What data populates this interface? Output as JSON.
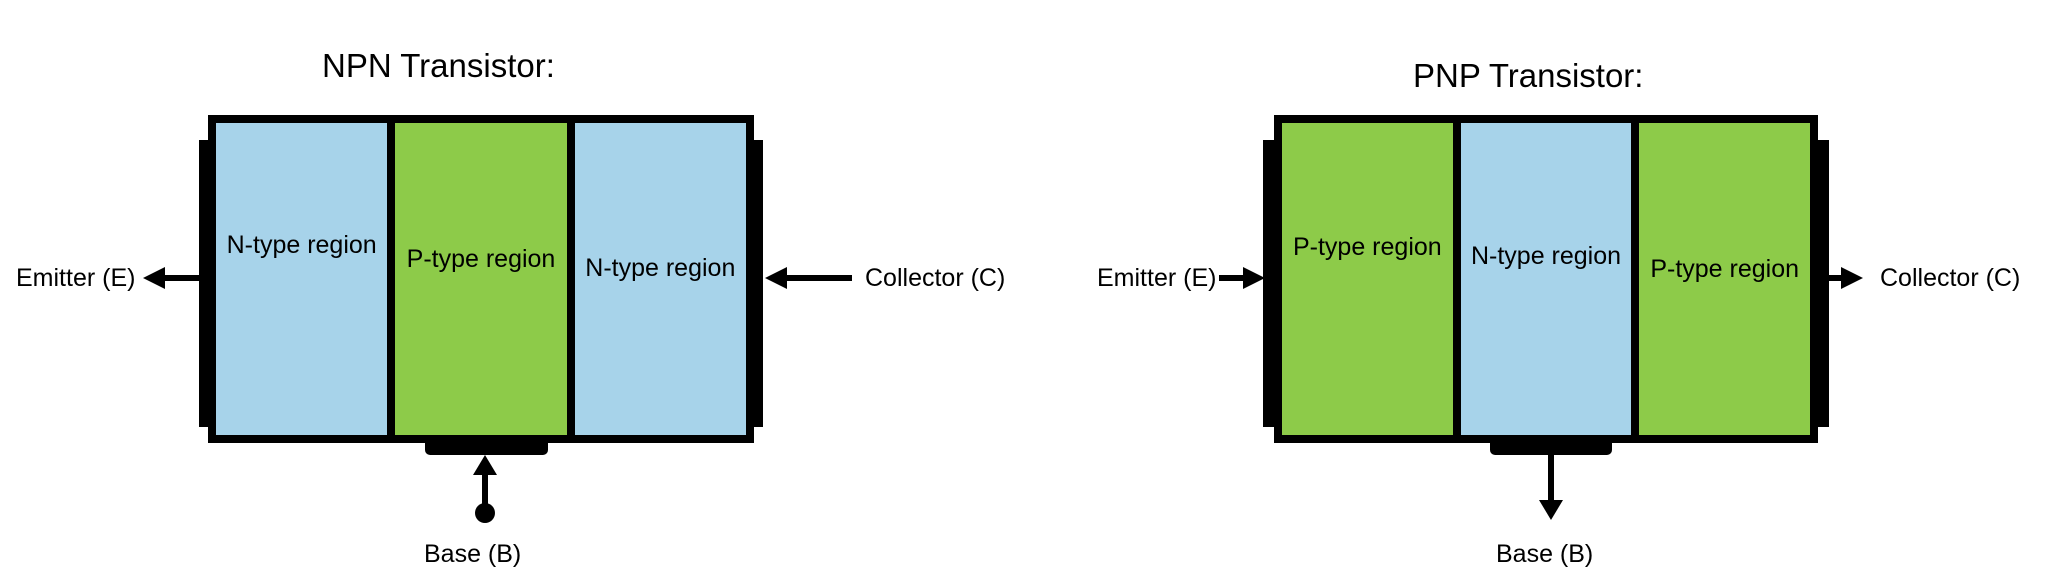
{
  "colors": {
    "n_type": "#A7D3EA",
    "p_type": "#8DCB49",
    "outline": "#000000",
    "background": "#FFFFFF"
  },
  "diagrams": [
    {
      "id": "npn",
      "title": "NPN Transistor:",
      "regions": [
        {
          "label": "N-type region",
          "type": "n"
        },
        {
          "label": "P-type region",
          "type": "p"
        },
        {
          "label": "N-type region",
          "type": "n"
        }
      ],
      "terminals": {
        "emitter": {
          "label": "Emitter (E)",
          "arrow_direction": "left-outward"
        },
        "collector": {
          "label": "Collector (C)",
          "arrow_direction": "left-into-body"
        },
        "base": {
          "label": "Base (B)",
          "arrow_direction": "up-into-body",
          "has_dot": true
        }
      }
    },
    {
      "id": "pnp",
      "title": "PNP Transistor:",
      "regions": [
        {
          "label": "P-type region",
          "type": "p"
        },
        {
          "label": "N-type region",
          "type": "n"
        },
        {
          "label": "P-type region",
          "type": "p"
        }
      ],
      "terminals": {
        "emitter": {
          "label": "Emitter (E)",
          "arrow_direction": "right-into-body"
        },
        "collector": {
          "label": "Collector (C)",
          "arrow_direction": "right-outward"
        },
        "base": {
          "label": "Base (B)",
          "arrow_direction": "down-outward",
          "has_dot": false
        }
      }
    }
  ]
}
